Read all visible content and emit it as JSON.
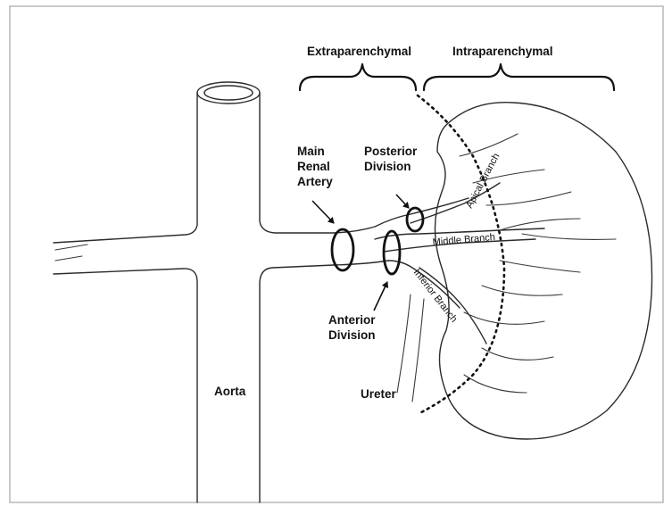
{
  "labels": {
    "extraparenchymal": "Extraparenchymal",
    "intraparenchymal": "Intraparenchymal",
    "main_renal_artery": [
      "Main",
      "Renal",
      "Artery"
    ],
    "posterior_division": [
      "Posterior",
      "Division"
    ],
    "anterior_division": [
      "Anterior",
      "Division"
    ],
    "aorta": "Aorta",
    "ureter": "Ureter",
    "apical_branch": "Apical Branch",
    "middle_branch": "Middle Branch",
    "inferior_branch": "Inferior Branch"
  }
}
